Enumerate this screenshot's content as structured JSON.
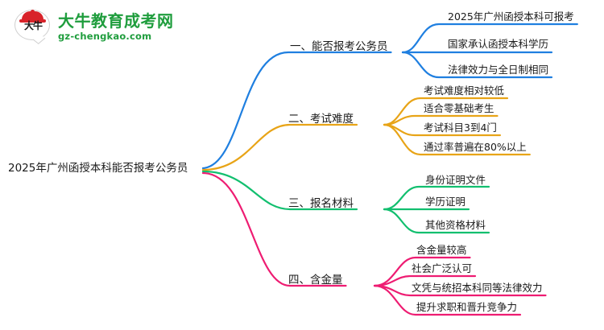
{
  "logo": {
    "mark_text": "大牛",
    "title": "大牛教育成考网",
    "subtitle": "gz-chengkao.com",
    "brand_green": "#1f9d3d",
    "brand_red": "#d8232a"
  },
  "mindmap": {
    "root": {
      "label": "2025年广州函授本科能否报考公务员"
    },
    "branches": [
      {
        "label": "一、能否报考公务员",
        "color": "#1f7fe0",
        "leaves": [
          "2025年广州函授本科可报考",
          "国家承认函授本科学历",
          "法律效力与全日制相同"
        ]
      },
      {
        "label": "二、考试难度",
        "color": "#e8a417",
        "leaves": [
          "考试难度相对较低",
          "适合零基础考生",
          "考试科目3到4门",
          "通过率普遍在80%以上"
        ]
      },
      {
        "label": "三、报名材料",
        "color": "#12bf6f",
        "leaves": [
          "身份证明文件",
          "学历证明",
          "其他资格材料"
        ]
      },
      {
        "label": "四、含金量",
        "color": "#ee1c72",
        "leaves": [
          "含金量较高",
          "社会广泛认可",
          "文凭与统招本科同等法律效力",
          "提升求职和晋升竞争力"
        ]
      }
    ]
  }
}
